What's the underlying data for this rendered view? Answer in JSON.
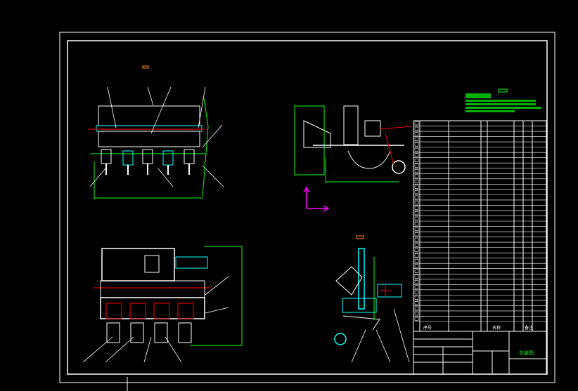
{
  "title_block": {
    "drawing_name": "总装图",
    "seal_left": "序号",
    "seal_mid": "名称",
    "seal_right": "备注"
  },
  "colors": {
    "background": "#000000",
    "frame": "#ffffff",
    "part": "#ffffff",
    "part_accent": "#00ffff",
    "dimension": "#00ff00",
    "center_line": "#ff0000",
    "axis": "#ff00ff",
    "note": "#ff8c00"
  },
  "icons": {
    "ucs": "ucs-axis-icon"
  }
}
